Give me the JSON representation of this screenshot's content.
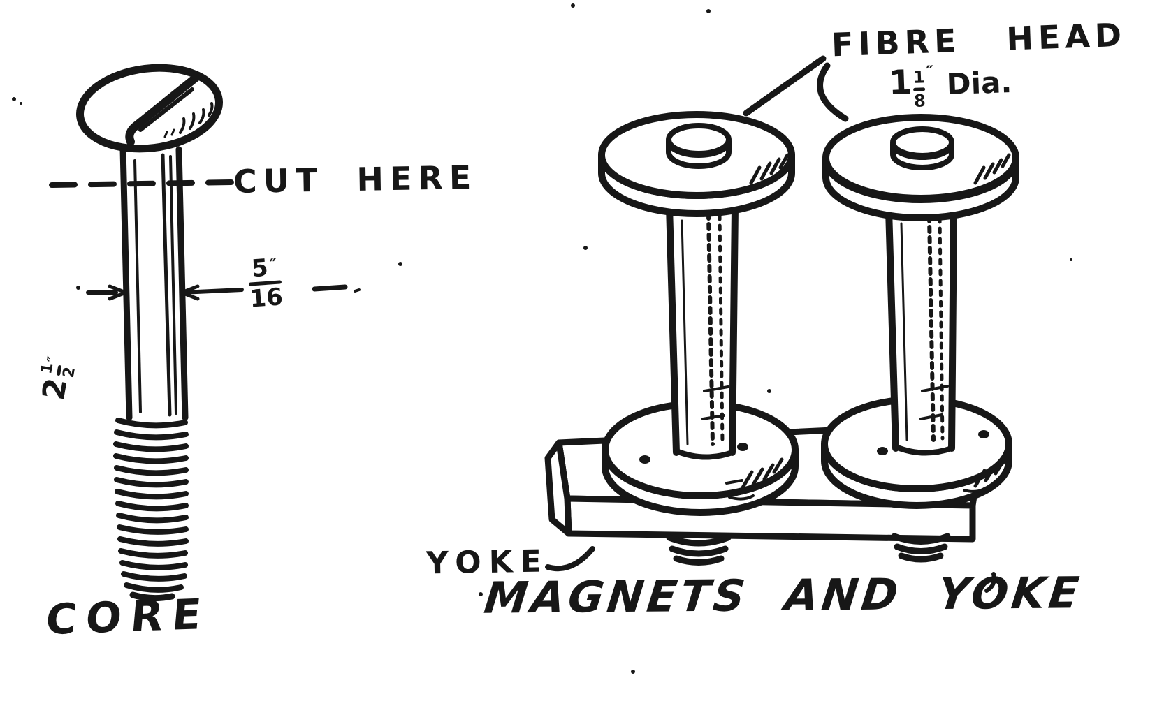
{
  "colors": {
    "ink": "#171717",
    "paper": "#ffffff"
  },
  "core_figure": {
    "cut_label": "CUT HERE",
    "width_dim": {
      "num": "5",
      "den": "16",
      "unit": "″"
    },
    "length_dim": {
      "whole": "2",
      "num": "1",
      "den": "2",
      "unit": "″"
    },
    "caption": "CORE"
  },
  "magnets_figure": {
    "head_label": "FIBRE HEAD",
    "head_dim": {
      "whole": "1",
      "num": "1",
      "den": "8",
      "unit": "″",
      "suffix": "Dia."
    },
    "yoke_label": "YOKE",
    "caption": "MAGNETS AND YOKE"
  }
}
